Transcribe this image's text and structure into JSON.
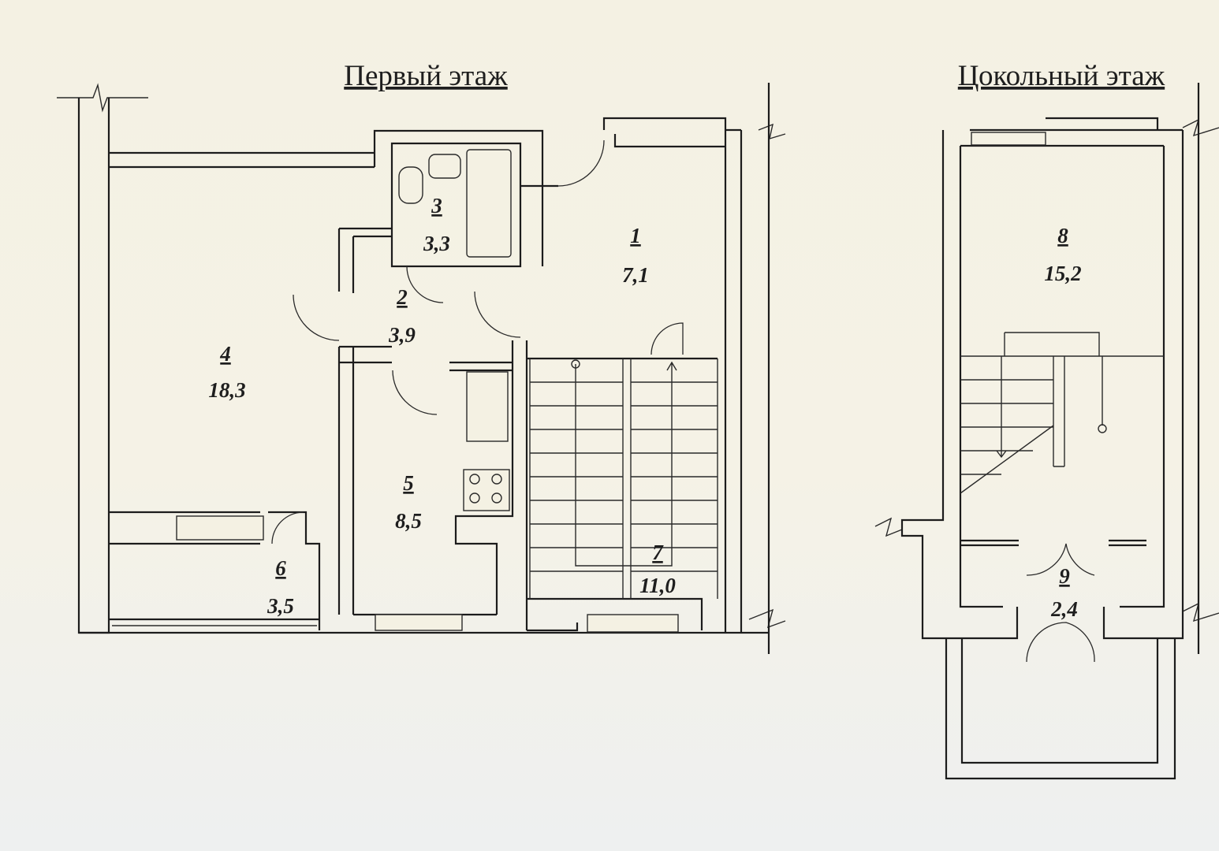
{
  "floors": {
    "first": {
      "title": "Первый этаж"
    },
    "basement": {
      "title": "Цокольный этаж"
    }
  },
  "rooms": [
    {
      "number": "1",
      "area": "7,1"
    },
    {
      "number": "2",
      "area": "3,9"
    },
    {
      "number": "3",
      "area": "3,3"
    },
    {
      "number": "4",
      "area": "18,3"
    },
    {
      "number": "5",
      "area": "8,5"
    },
    {
      "number": "6",
      "area": "3,5"
    },
    {
      "number": "7",
      "area": "11,0"
    },
    {
      "number": "8",
      "area": "15,2"
    },
    {
      "number": "9",
      "area": "2,4"
    }
  ]
}
